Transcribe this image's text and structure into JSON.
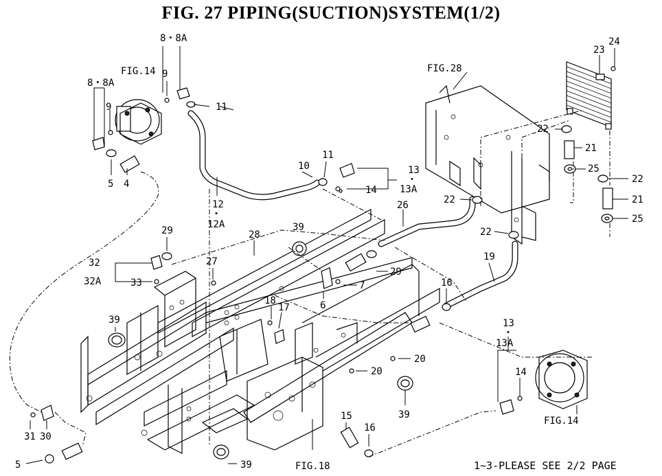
{
  "title": "FIG. 27  PIPING(SUCTION)SYSTEM(1/2)",
  "labels": {
    "l1": "8・8A",
    "l2": "8・8A",
    "l3": "FIG.14",
    "l4": "9",
    "l5": "9",
    "l6": "11",
    "l7": "5",
    "l8": "4",
    "l9": "10",
    "l10": "11",
    "l11": "13",
    "l12": "・",
    "l13": "13A",
    "l14": "14",
    "l15": "12",
    "l16": "・",
    "l17": "12A",
    "l18": "FIG.28",
    "l19": "23",
    "l20": "24",
    "l21": "22",
    "l22": "21",
    "l23": "25",
    "l24": "22",
    "l25": "21",
    "l26": "25",
    "l27": "22",
    "l28": "22",
    "l29": "26",
    "l30": "29",
    "l31": "39",
    "l32": "28",
    "l33": "32",
    "l34": "32A",
    "l35": "33",
    "l36": "27",
    "l37": "29",
    "l38": "7",
    "l39": "6",
    "l40": "19",
    "l41": "16",
    "l42": "18",
    "l43": "17",
    "l44": "39",
    "l45": "20",
    "l46": "20",
    "l47": "13",
    "l48": "13A",
    "l49": "14",
    "l50": "39",
    "l51": "15",
    "l52": "16",
    "l53": "FIG.14",
    "l54": "31",
    "l55": "30",
    "l56": "5",
    "l57": "39",
    "l58": "FIG.18",
    "footer": "1~3-PLEASE SEE 2/2 PAGE"
  }
}
